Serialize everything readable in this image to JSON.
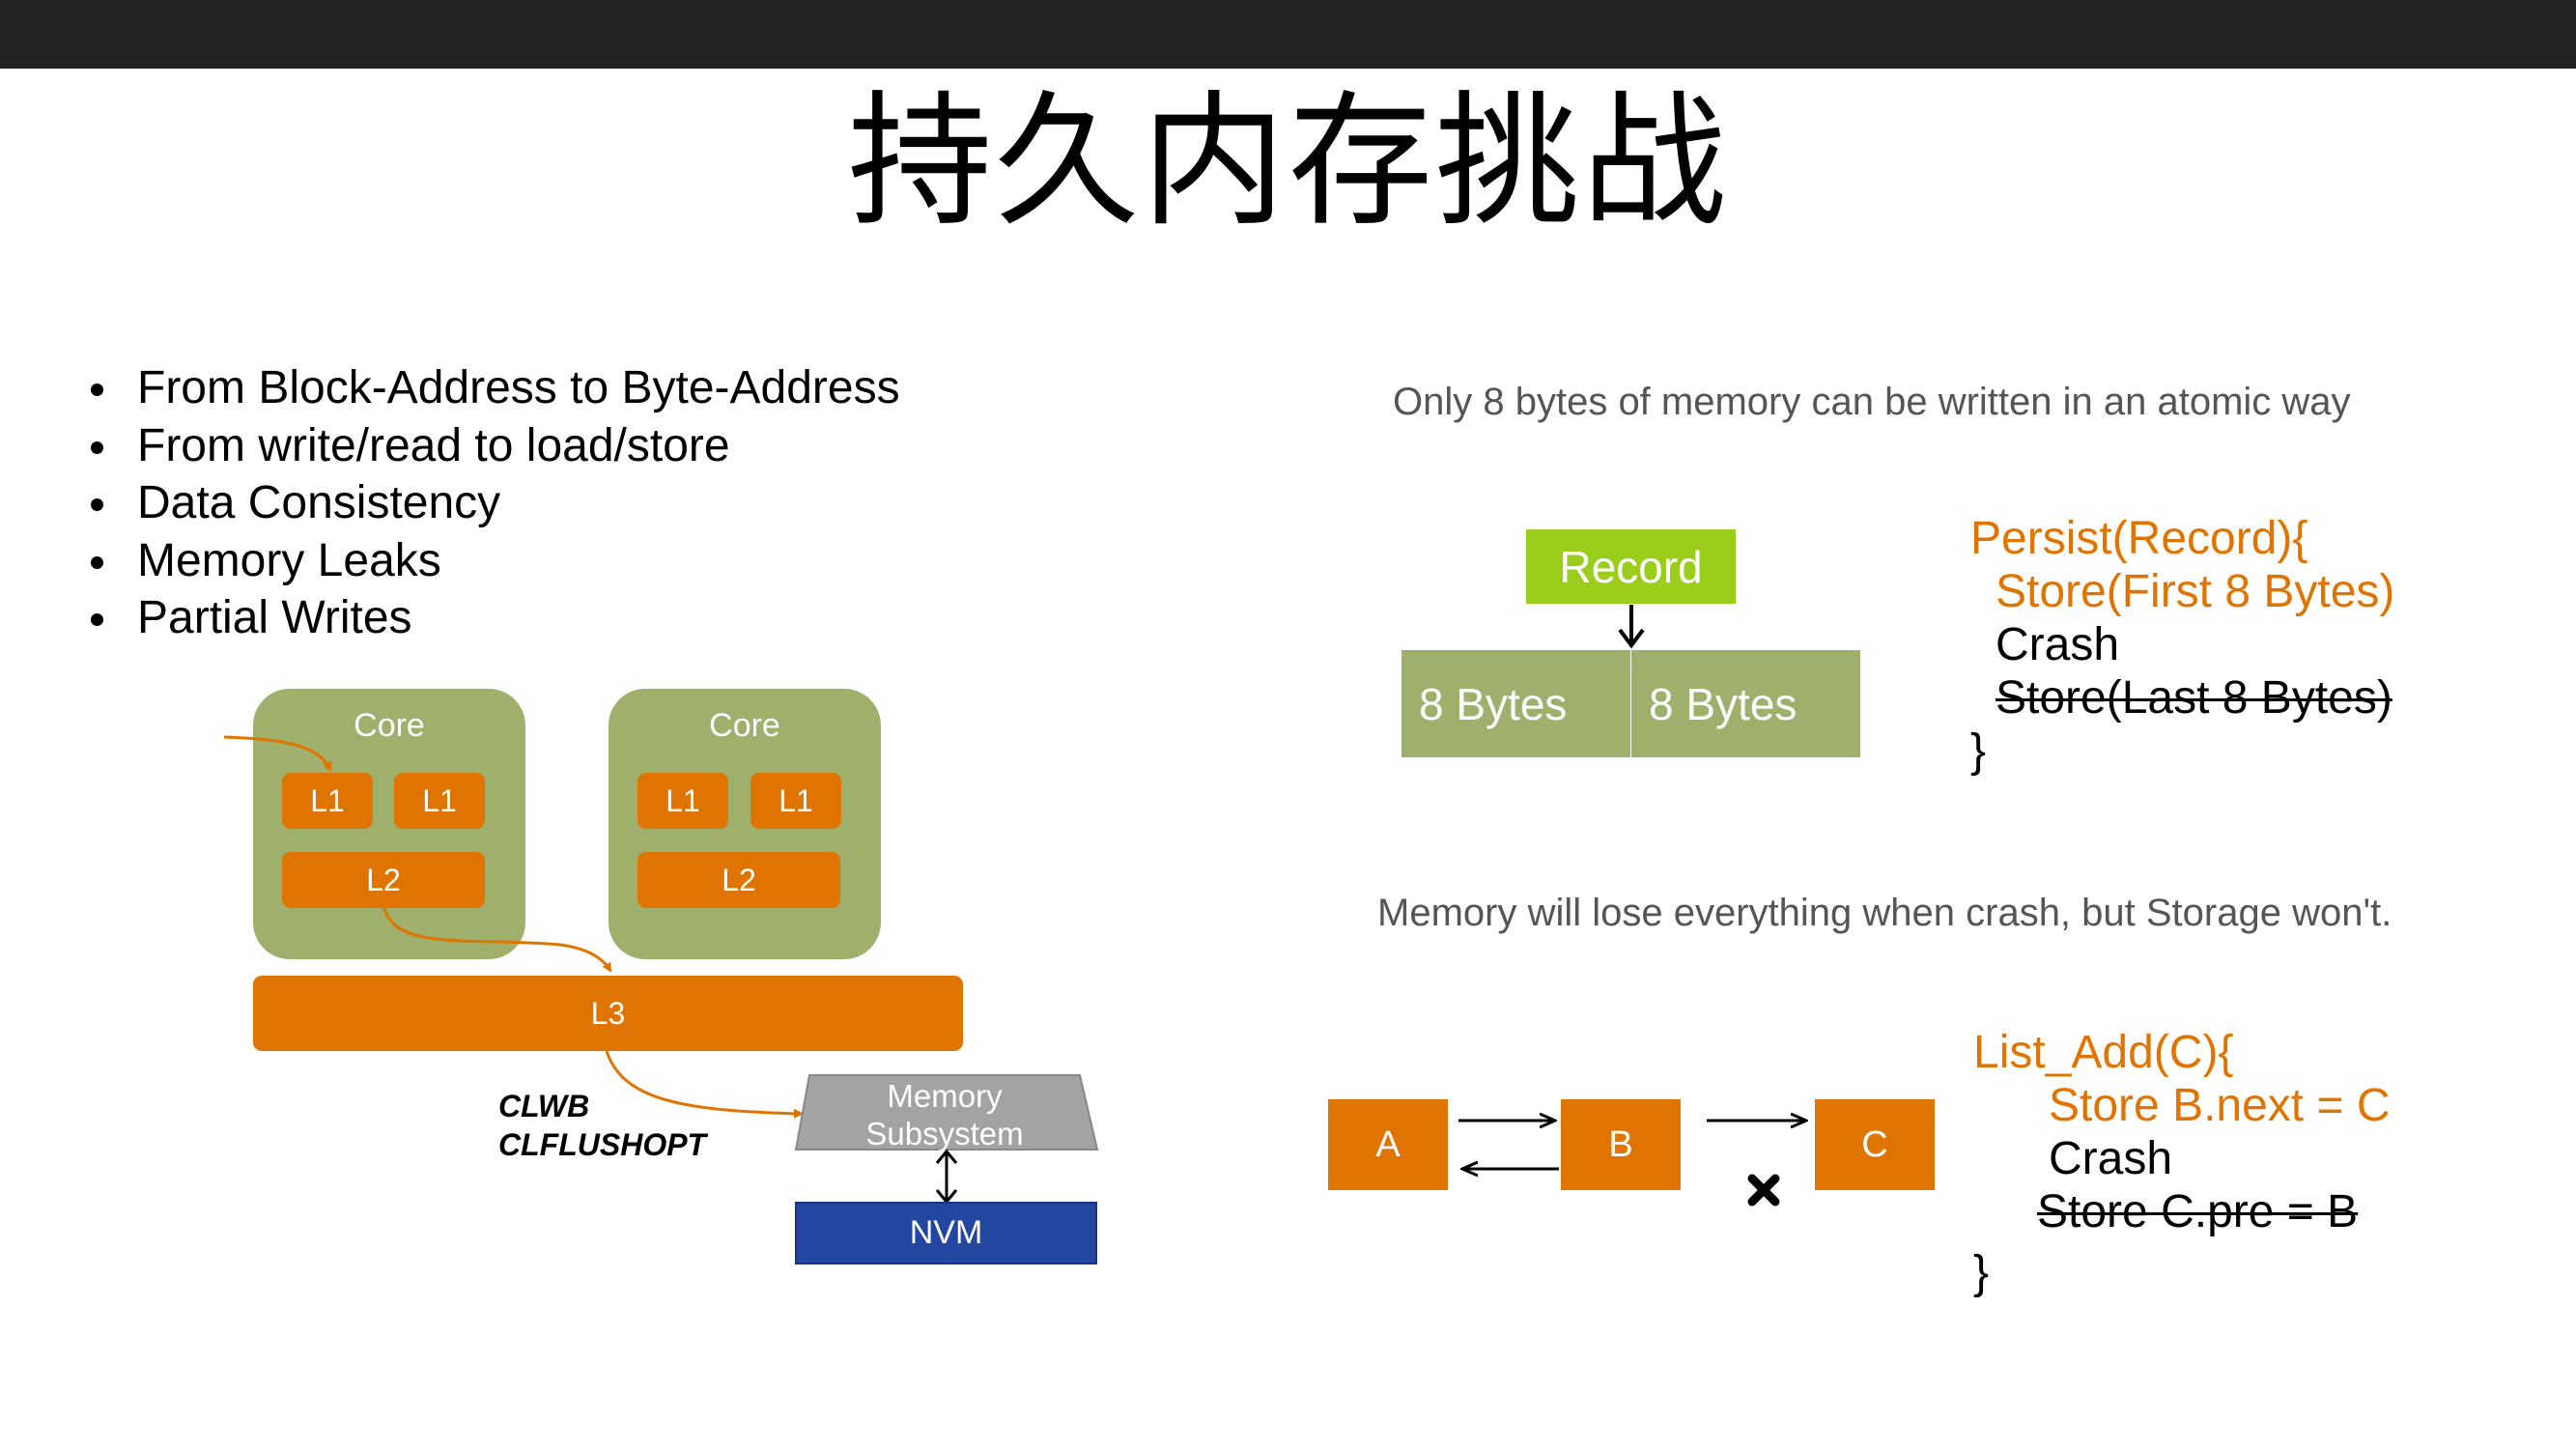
{
  "slide": {
    "title": "持久内存挑战",
    "bullets": [
      "From Block-Address to Byte-Address",
      "From write/read to load/store",
      "Data Consistency",
      "Memory Leaks",
      "Partial Writes"
    ]
  },
  "cache_diagram": {
    "core_label": "Core",
    "l1_label": "L1",
    "l2_label": "L2",
    "l3_label": "L3",
    "flush_instructions": [
      "CLWB",
      "CLFLUSHOPT"
    ],
    "memory_subsystem": "Memory Subsystem",
    "nvm_label": "NVM"
  },
  "atomic_write": {
    "note": "Only 8 bytes of memory can be written in an atomic way",
    "record_label": "Record",
    "cells": [
      "8 Bytes",
      "8 Bytes"
    ],
    "code": {
      "line1": "Persist(Record){",
      "line2": "Store(First 8 Bytes)",
      "line3": "Crash",
      "line4": "Store(Last 8 Bytes)",
      "line5": "}"
    }
  },
  "list_add": {
    "note": "Memory will lose everything when crash,  but Storage won't.",
    "nodes": [
      "A",
      "B",
      "C"
    ],
    "code": {
      "line1": "List_Add(C){",
      "line2": "Store  B.next = C",
      "line3": "Crash",
      "line4": "Store C.pre = B",
      "line5": "}"
    }
  },
  "colors": {
    "orange": "#e07400",
    "olive": "#9fb06c",
    "record_green": "#9acd1c",
    "nvm_blue": "#2346a0",
    "memory_gray": "#a3a3a3"
  }
}
